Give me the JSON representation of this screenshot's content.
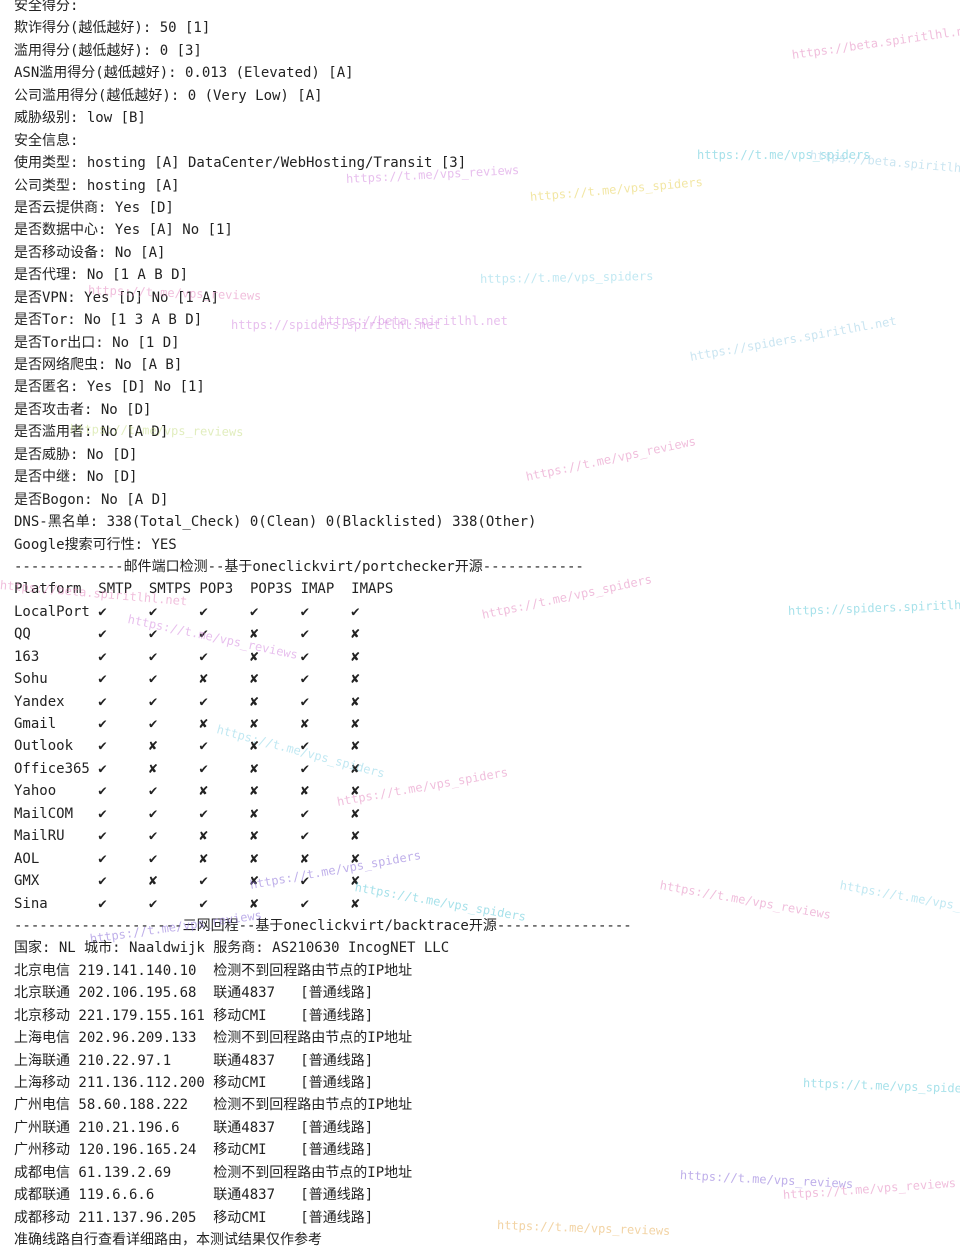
{
  "lines": [
    "安全得分:",
    "欺诈得分(越低越好): 50 [1]",
    "滥用得分(越低越好): 0 [3]",
    "ASN滥用得分(越低越好): 0.013 (Elevated) [A]",
    "公司滥用得分(越低越好): 0 (Very Low) [A]",
    "威胁级别: low [B]",
    "安全信息:",
    "使用类型: hosting [A] DataCenter/WebHosting/Transit [3]",
    "公司类型: hosting [A]",
    "是否云提供商: Yes [D]",
    "是否数据中心: Yes [A] No [1]",
    "是否移动设备: No [A]",
    "是否代理: No [1 A B D]",
    "是否VPN: Yes [D] No [1 A]",
    "是否Tor: No [1 3 A B D]",
    "是否Tor出口: No [1 D]",
    "是否网络爬虫: No [A B]",
    "是否匿名: Yes [D] No [1]",
    "是否攻击者: No [D]",
    "是否滥用者: No [A D]",
    "是否威胁: No [D]",
    "是否中继: No [D]",
    "是否Bogon: No [A D]",
    "DNS-黑名单: 338(Total_Check) 0(Clean) 0(Blacklisted) 338(Other)",
    "Google搜索可行性: YES",
    "-------------邮件端口检测--基于oneclickvirt/portchecker开源------------",
    "Platform  SMTP  SMTPS POP3  POP3S IMAP  IMAPS",
    "LocalPort ✔     ✔     ✔     ✔     ✔     ✔",
    "QQ        ✔     ✔     ✔     ✘     ✔     ✘",
    "163       ✔     ✔     ✔     ✘     ✔     ✘",
    "Sohu      ✔     ✔     ✘     ✘     ✔     ✘",
    "Yandex    ✔     ✔     ✔     ✘     ✔     ✘",
    "Gmail     ✔     ✔     ✘     ✘     ✘     ✘",
    "Outlook   ✔     ✘     ✔     ✘     ✔     ✘",
    "Office365 ✔     ✘     ✔     ✘     ✔     ✘",
    "Yahoo     ✔     ✔     ✘     ✘     ✘     ✘",
    "MailCOM   ✔     ✔     ✔     ✘     ✔     ✘",
    "MailRU    ✔     ✔     ✘     ✘     ✔     ✘",
    "AOL       ✔     ✔     ✘     ✘     ✘     ✘",
    "GMX       ✔     ✘     ✔     ✘     ✔     ✘",
    "Sina      ✔     ✔     ✔     ✘     ✔     ✘",
    "--------------------三网回程--基于oneclickvirt/backtrace开源----------------",
    "国家: NL 城市: Naaldwijk 服务商: AS210630 IncogNET LLC",
    "北京电信 219.141.140.10  检测不到回程路由节点的IP地址",
    "北京联通 202.106.195.68  联通4837   [普通线路]",
    "北京移动 221.179.155.161 移动CMI    [普通线路]",
    "上海电信 202.96.209.133  检测不到回程路由节点的IP地址",
    "上海联通 210.22.97.1     联通4837   [普通线路]",
    "上海移动 211.136.112.200 移动CMI    [普通线路]",
    "广州电信 58.60.188.222   检测不到回程路由节点的IP地址",
    "广州联通 210.21.196.6    联通4837   [普通线路]",
    "广州移动 120.196.165.24  移动CMI    [普通线路]",
    "成都电信 61.139.2.69     检测不到回程路由节点的IP地址",
    "成都联通 119.6.6.6       联通4837   [普通线路]",
    "成都移动 211.137.96.205  移动CMI    [普通线路]",
    "准确线路自行查看详细路由，本测试结果仅作参考"
  ],
  "watermarks": [
    {
      "text": "https://beta.spiritlhl.net",
      "color": "#e58ac0"
    },
    {
      "text": "https://t.me/vps_spiders",
      "color": "#5fc9d9"
    },
    {
      "text": "https://beta.spiritlhl.net",
      "color": "#9fd0e6"
    },
    {
      "text": "https://t.me/vps_reviews",
      "color": "#d58be0"
    },
    {
      "text": "https://t.me/vps_spiders",
      "color": "#e8d35a"
    },
    {
      "text": "https://t.me/vps_spiders",
      "color": "#8fd6e8"
    },
    {
      "text": "https://t.me/vps_reviews",
      "color": "#e58ac0"
    },
    {
      "text": "https://spiders.spiritlhl.net",
      "color": "#d58be0"
    },
    {
      "text": "https://beta.spiritlhl.net",
      "color": "#d58be0"
    },
    {
      "text": "https://spiders.spiritlhl.net",
      "color": "#9fd0e6"
    },
    {
      "text": "https://t.me/vps_reviews",
      "color": "#c9e08a"
    },
    {
      "text": "https://t.me/vps_reviews",
      "color": "#e58ac0"
    },
    {
      "text": "https://t.me/vps_spiders",
      "color": "#e58ac0"
    },
    {
      "text": "https://spiders.spiritlhl.net",
      "color": "#5fc9d9"
    },
    {
      "text": "https://beta.spiritlhl.net",
      "color": "#e58ac0"
    },
    {
      "text": "https://t.me/vps_reviews",
      "color": "#d58be0"
    },
    {
      "text": "https://t.me/vps_spiders",
      "color": "#8fd6e8"
    },
    {
      "text": "https://t.me/vps_spiders",
      "color": "#e58ac0"
    },
    {
      "text": "https://t.me/vps_spiders",
      "color": "#8b6fd9"
    },
    {
      "text": "https://t.me/vps_spiders",
      "color": "#5fc9d9"
    },
    {
      "text": "https://t.me/vps_reviews",
      "color": "#e58ac0"
    },
    {
      "text": "https://t.me/vps_spiders",
      "color": "#8fd6e8"
    },
    {
      "text": "https://t.me/vps_reviews",
      "color": "#8b6fd9"
    },
    {
      "text": "https://t.me/vps_spiders",
      "color": "#5fc9d9"
    },
    {
      "text": "https://t.me/vps_reviews",
      "color": "#8b6fd9"
    },
    {
      "text": "https://t.me/vps_reviews",
      "color": "#e58ac0"
    },
    {
      "text": "https://t.me/vps_reviews",
      "color": "#e8b05a"
    }
  ]
}
